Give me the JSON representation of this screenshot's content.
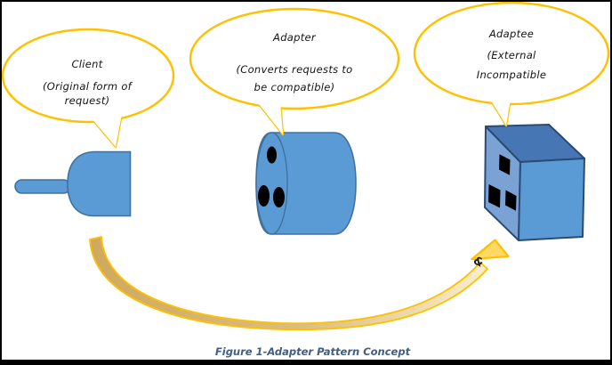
{
  "bubbles": [
    {
      "id": "client",
      "lines": [
        "Client",
        "(Original form of",
        "request)"
      ]
    },
    {
      "id": "adapter",
      "lines": [
        "Adapter",
        "(Converts requests to",
        "be compatible)"
      ]
    },
    {
      "id": "adaptee",
      "lines": [
        "Adaptee",
        "(External",
        "Incompatible"
      ]
    }
  ],
  "annotations": {
    "ampersand": "&"
  },
  "caption": {
    "text": "Figure 1-Adapter Pattern Concept"
  },
  "colors": {
    "shape_fill": "#5B9BD5",
    "shape_stroke": "#41719C",
    "box_top_fill": "#4677B4",
    "box_left_fill": "#7BA2D4",
    "box_edge": "#2A4B73",
    "bubble_stroke": "#FFC000",
    "arrow_stroke": "#FFC000",
    "arrow_head_fill": "#FFD966",
    "caption_color": "#3F5E82"
  }
}
